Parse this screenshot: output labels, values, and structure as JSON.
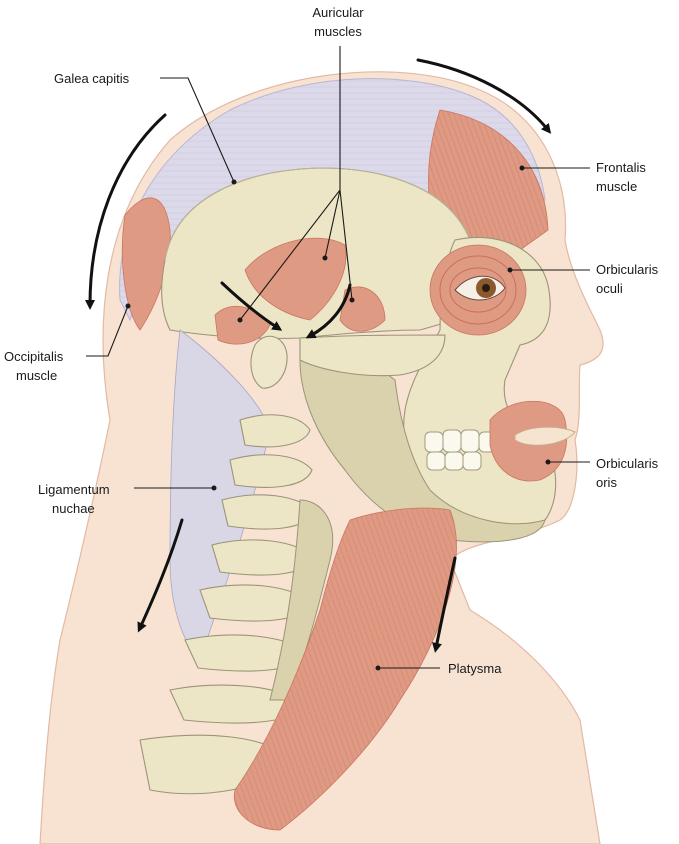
{
  "labels": {
    "auricular_1": "Auricular",
    "auricular_2": "muscles",
    "galea": "Galea capitis",
    "frontalis_1": "Frontalis",
    "frontalis_2": "muscle",
    "orb_oculi_1": "Orbicularis",
    "orb_oculi_2": "oculi",
    "occipitalis_1": "Occipitalis",
    "occipitalis_2": "muscle",
    "orb_oris_1": "Orbicularis",
    "orb_oris_2": "oris",
    "lig_nuchae_1": "Ligamentum",
    "lig_nuchae_2": "nuchae",
    "platysma": "Platysma"
  },
  "colors": {
    "skin": "#f8e3d3",
    "muscle": "#df9a84",
    "aponeurosis": "#d9d6e6",
    "bone": "#ece6c6",
    "leader": "#1a1a1a"
  }
}
